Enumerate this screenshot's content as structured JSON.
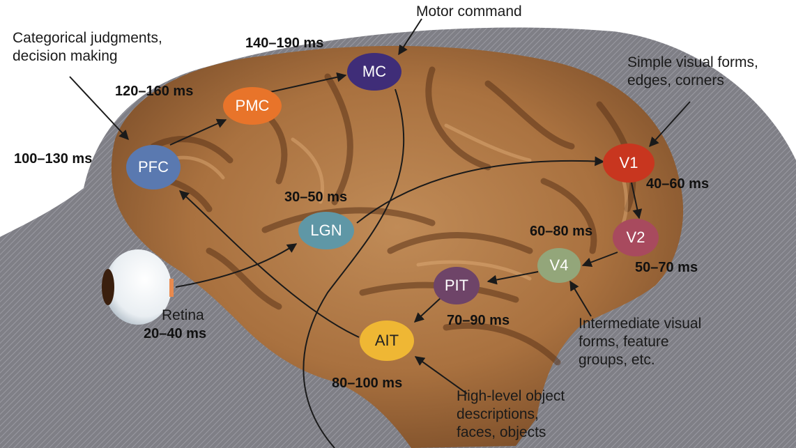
{
  "annotations": {
    "motor_command": "Motor command",
    "categorical": [
      "Categorical judgments,",
      "decision making"
    ],
    "simple_visual": [
      "Simple visual forms,",
      "edges, corners"
    ],
    "intermediate_visual": [
      "Intermediate visual",
      "forms, feature",
      "groups, etc."
    ],
    "high_level": [
      "High-level object",
      "descriptions,",
      "faces, objects"
    ],
    "retina": "Retina"
  },
  "regions": {
    "MC": {
      "label": "MC",
      "latency": "140–190 ms",
      "color": "#3f2d78"
    },
    "PMC": {
      "label": "PMC",
      "latency": "120–160 ms",
      "color": "#e8742a"
    },
    "PFC": {
      "label": "PFC",
      "latency": "100–130 ms",
      "color": "#5a79b0"
    },
    "LGN": {
      "label": "LGN",
      "latency": "30–50 ms",
      "color": "#5f97a6"
    },
    "V1": {
      "label": "V1",
      "latency": "40–60 ms",
      "color": "#c8361f"
    },
    "V2": {
      "label": "V2",
      "latency": "50–70 ms",
      "color": "#a84a5e"
    },
    "V4": {
      "label": "V4",
      "latency": "60–80 ms",
      "color": "#93a67a"
    },
    "PIT": {
      "label": "PIT",
      "latency": "70–90 ms",
      "color": "#6e4468"
    },
    "AIT": {
      "label": "AIT",
      "latency": "80–100 ms",
      "color": "#efb734"
    },
    "Retina": {
      "latency": "20–40 ms"
    }
  }
}
